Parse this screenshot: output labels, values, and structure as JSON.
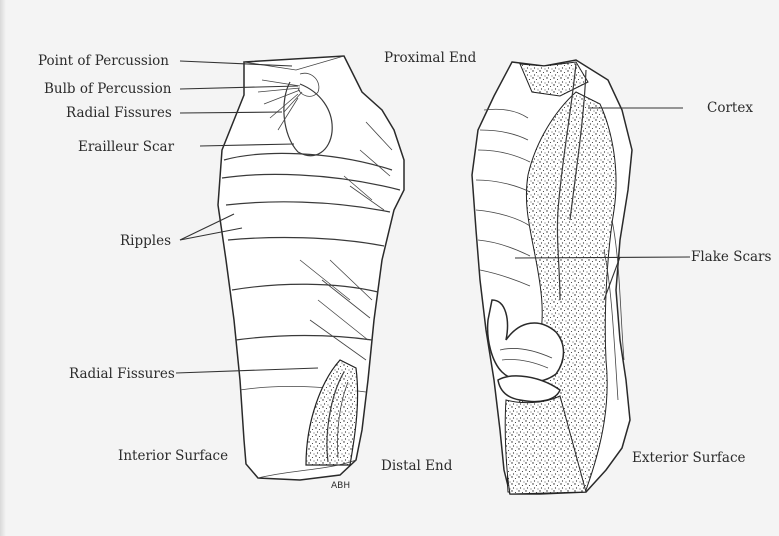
{
  "labels": {
    "point_of_percussion": "Point of Percussion",
    "bulb_of_percussion": "Bulb of Percussion",
    "radial_fissures_top": "Radial Fissures",
    "erailleur_scar": "Erailleur Scar",
    "ripples": "Ripples",
    "radial_fissures_bottom": "Radial Fissures",
    "interior_surface": "Interior Surface",
    "proximal_end": "Proximal End",
    "distal_end": "Distal End",
    "cortex": "Cortex",
    "flake_scars": "Flake Scars",
    "exterior_surface": "Exterior Surface"
  },
  "signature": "ABH"
}
